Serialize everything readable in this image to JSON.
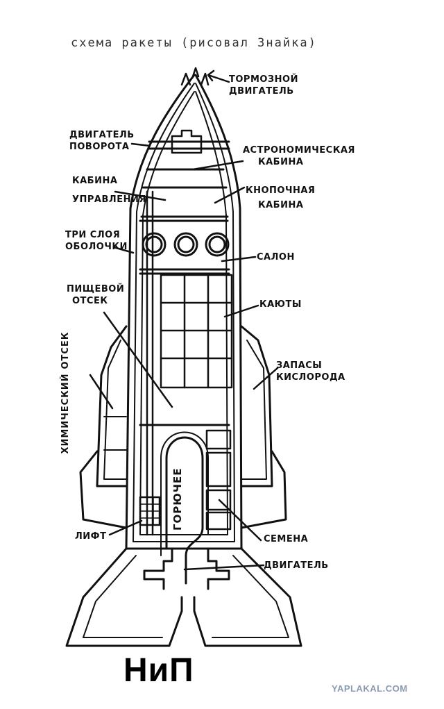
{
  "title": "схема ракеты (рисовал Знайка)",
  "labels": {
    "brake_engine_1": "тормозной",
    "brake_engine_2": "двигатель",
    "turn_engine_1": "двигатель",
    "turn_engine_2": "поворота",
    "astro_cabin_1": "астрономическая",
    "astro_cabin_2": "кабина",
    "control_cabin_1": "кабина",
    "control_cabin_2": "управления",
    "button_cabin_1": "кнопочная",
    "button_cabin_2": "кабина",
    "hull_1": "три слоя",
    "hull_2": "оболочки",
    "salon": "салон",
    "food_1": "пищевой",
    "food_2": "отсек",
    "cabins": "каюты",
    "chem_1": "химический",
    "chem_2": "отсек",
    "oxygen_1": "запасы",
    "oxygen_2": "кислорода",
    "fuel": "горючее",
    "lift": "лифт",
    "seeds": "семена",
    "engine": "двигатель"
  },
  "caption": "НиП",
  "watermark": "YAPLAKAL.COM"
}
